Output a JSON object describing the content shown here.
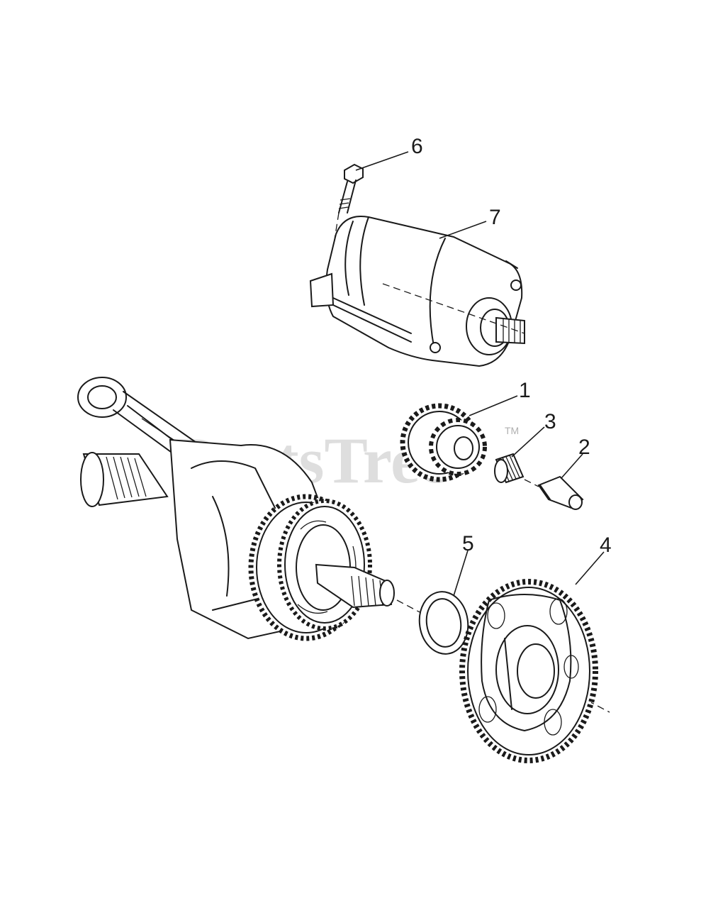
{
  "watermark": {
    "text": "PartsTree",
    "tm": "TM"
  },
  "callouts": [
    {
      "id": "1",
      "label": "1"
    },
    {
      "id": "2",
      "label": "2"
    },
    {
      "id": "3",
      "label": "3"
    },
    {
      "id": "4",
      "label": "4"
    },
    {
      "id": "5",
      "label": "5"
    },
    {
      "id": "6",
      "label": "6"
    },
    {
      "id": "7",
      "label": "7"
    }
  ]
}
